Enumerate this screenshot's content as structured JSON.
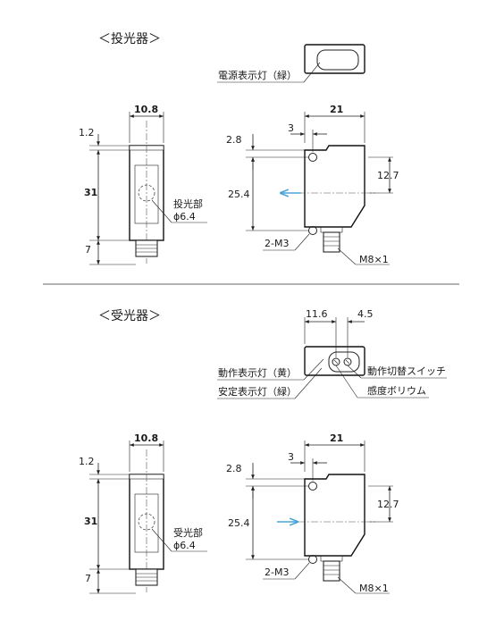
{
  "emitter": {
    "heading": "＜投光器＞",
    "power_lamp": "電源表示灯（緑）",
    "width": "10.8",
    "top_offset": "1.2",
    "height": "31",
    "bottom": "7",
    "lens_label": "投光部",
    "lens_diameter": "ϕ6.4",
    "depth": "21",
    "hole_offset": "2.8",
    "hole_x": "3",
    "pitch": "25.4",
    "beam_height": "12.7",
    "screws": "2-M3",
    "connector": "M8×1"
  },
  "receiver": {
    "heading": "＜受光器＞",
    "dim_a": "11.6",
    "dim_b": "4.5",
    "op_lamp": "動作表示灯（黄）",
    "stable_lamp": "安定表示灯（緑）",
    "mode_switch": "動作切替スイッチ",
    "sensitivity": "感度ボリウム",
    "width": "10.8",
    "top_offset": "1.2",
    "height": "31",
    "bottom": "7",
    "lens_label": "受光部",
    "lens_diameter": "ϕ6.4",
    "depth": "21",
    "hole_offset": "2.8",
    "hole_x": "3",
    "pitch": "25.4",
    "beam_height": "12.7",
    "screws": "2-M3",
    "connector": "M8×1"
  },
  "colors": {
    "arrow": "#4aa3d8",
    "line": "#222222"
  }
}
